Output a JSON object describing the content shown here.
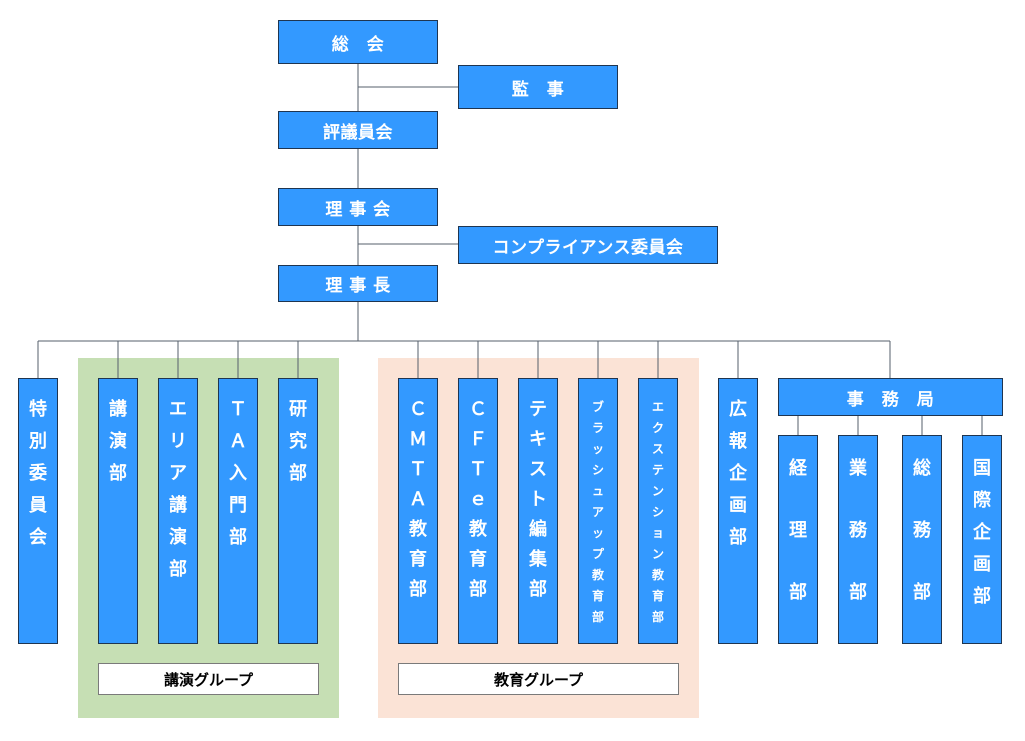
{
  "top": {
    "general_meeting": "総　会",
    "auditor": "監　事",
    "councilors": "評議員会",
    "board": "理 事 会",
    "compliance": "コンプライアンス委員会",
    "chairman": "理 事 長"
  },
  "departments": {
    "special_committee": "特別委員会",
    "lecture": "講演部",
    "area_lecture": "エリア講演部",
    "ta_intro": "ＴＡ入門部",
    "research": "研究部",
    "cmta": "ＣＭＴＡ教育部",
    "cfte": "ＣＦＴｅ教育部",
    "textbook": "テキスト編集部",
    "brushup": "ブラッシュアップ教育部",
    "extension": "エクステンション教育部",
    "pr_planning": "広報企画部",
    "secretariat": "事　務　局",
    "accounting": "経理部",
    "operations": "業務部",
    "general_affairs": "総務部",
    "international": "国際企画部"
  },
  "groups": {
    "lecture_group": "講演グループ",
    "education_group": "教育グループ"
  },
  "colors": {
    "box": "#3399ff",
    "lecture_group_bg": "#c6dfb4",
    "education_group_bg": "#fbe3d6"
  }
}
